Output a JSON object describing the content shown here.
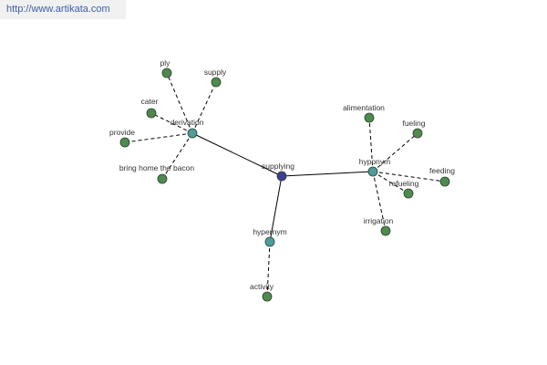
{
  "source": {
    "url_text": "http://www.artikata.com"
  },
  "colors": {
    "center": "#3b3f96",
    "relation": "#4e9c9c",
    "leaf": "#4f8a4f"
  },
  "graph": {
    "center": {
      "id": "supplying",
      "label": "supplying",
      "kind": "center"
    },
    "relations": [
      {
        "id": "derivation",
        "label": "derivation",
        "kind": "relation",
        "terms": [
          {
            "id": "ply",
            "label": "ply"
          },
          {
            "id": "supply",
            "label": "supply"
          },
          {
            "id": "cater",
            "label": "cater"
          },
          {
            "id": "provide",
            "label": "provide"
          },
          {
            "id": "bring-home-the-bacon",
            "label": "bring home the bacon"
          }
        ]
      },
      {
        "id": "hyponym",
        "label": "hyponym",
        "kind": "relation",
        "terms": [
          {
            "id": "alimentation",
            "label": "alimentation"
          },
          {
            "id": "fueling",
            "label": "fueling"
          },
          {
            "id": "feeding",
            "label": "feeding"
          },
          {
            "id": "refueling",
            "label": "refueling"
          },
          {
            "id": "irrigation",
            "label": "irrigation"
          }
        ]
      },
      {
        "id": "hypernym",
        "label": "hypernym",
        "kind": "relation",
        "terms": [
          {
            "id": "activity",
            "label": "activity"
          }
        ]
      }
    ]
  }
}
